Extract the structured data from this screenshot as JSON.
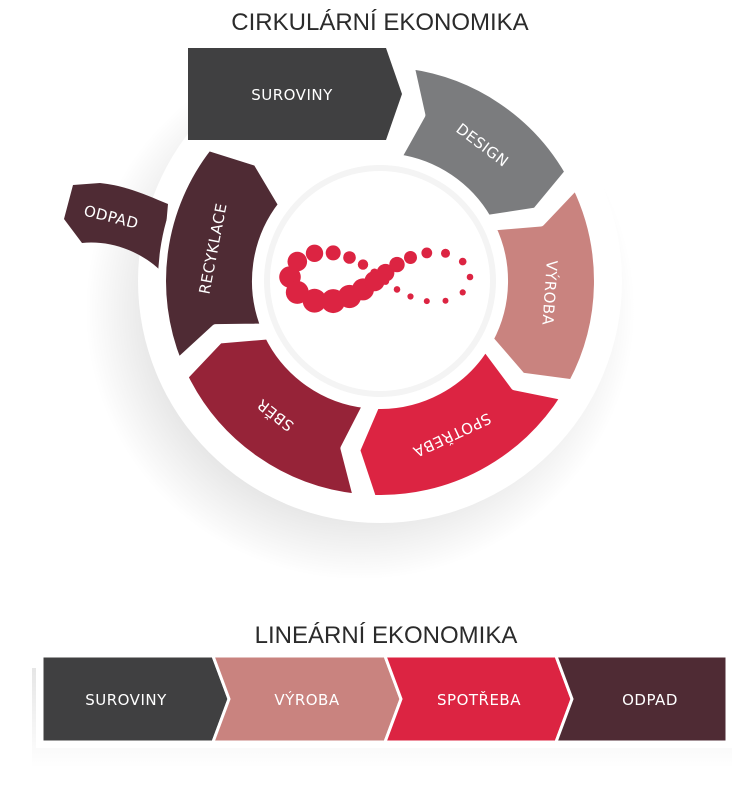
{
  "circular": {
    "title": "CIRKULÁRNÍ EKONOMIKA",
    "start": {
      "label": "SUROVINY",
      "color": "#404041"
    },
    "segments": [
      {
        "label": "DESIGN",
        "color": "#7b7c7e"
      },
      {
        "label": "VÝROBA",
        "color": "#c9837f"
      },
      {
        "label": "SPOTŘEBA",
        "color": "#dc2442"
      },
      {
        "label": "SBĚR",
        "color": "#962338"
      },
      {
        "label": "RECYKLACE",
        "color": "#4f2b34"
      }
    ],
    "branch": {
      "label": "ODPAD",
      "color": "#4f2b34"
    },
    "logo": {
      "icon": "infinity-icon",
      "color": "#dc2442"
    }
  },
  "linear": {
    "title": "LINEÁRNÍ EKONOMIKA",
    "steps": [
      {
        "label": "SUROVINY",
        "color": "#404041"
      },
      {
        "label": "VÝROBA",
        "color": "#c9837f"
      },
      {
        "label": "SPOTŘEBA",
        "color": "#dc2442"
      },
      {
        "label": "ODPAD",
        "color": "#4f2b34"
      }
    ]
  }
}
